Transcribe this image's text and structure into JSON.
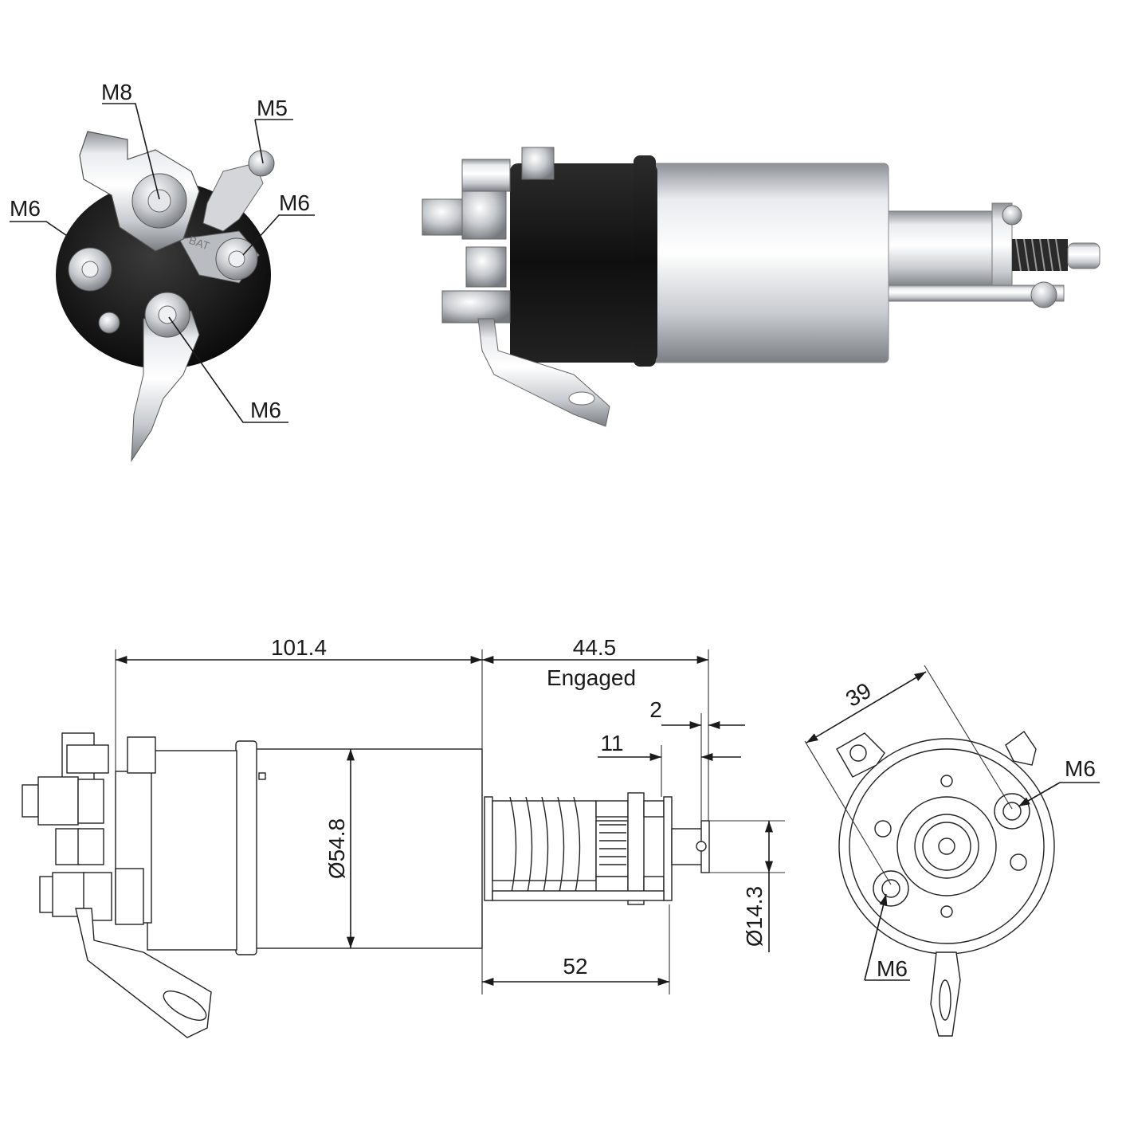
{
  "photo_front": {
    "labels": {
      "m8": "M8",
      "m5": "M5",
      "m6_left": "M6",
      "m6_right": "M6",
      "m6_bottom": "M6"
    },
    "stamp_text": "BAT"
  },
  "drawing_side": {
    "dims": {
      "length": "101.4",
      "stroke": "44.5",
      "stroke_note": "Engaged",
      "gap_2": "2",
      "gap_11": "11",
      "diameter_body": "Ø54.8",
      "diameter_plunger": "Ø14.3",
      "plunger_length": "52"
    }
  },
  "drawing_end": {
    "dims": {
      "spacing": "39",
      "thread_top": "M6",
      "thread_bottom": "M6"
    }
  },
  "colors": {
    "line": "#1a1a1a",
    "body_black": "#141414",
    "metal_silver": "#cfd2d6",
    "background": "#ffffff"
  }
}
